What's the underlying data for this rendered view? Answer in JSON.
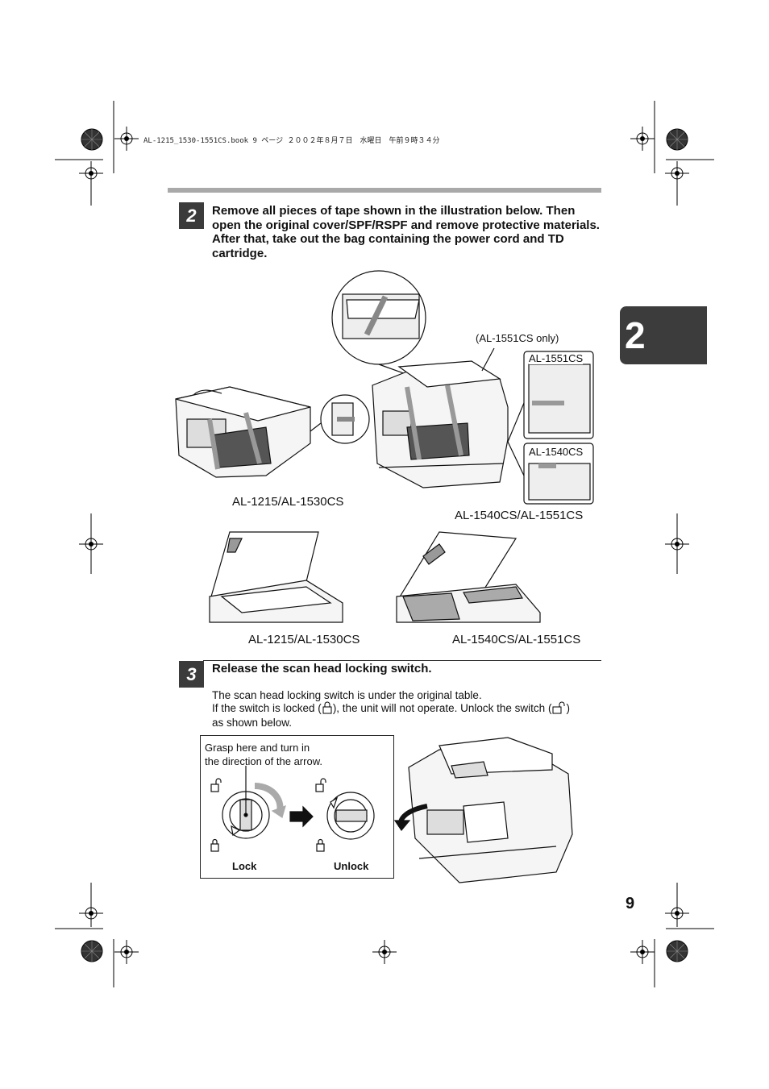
{
  "header": {
    "file_line": "AL-1215_1530-1551CS.book  9 ページ  ２００２年８月７日　水曜日　午前９時３４分"
  },
  "chapter_tab": "2",
  "step2": {
    "number": "2",
    "text": "Remove all pieces of tape shown in the illustration below. Then open the original cover/SPF/RSPF and remove protective materials. After that, take out the bag containing the power cord and TD cartridge.",
    "callout_only": "(AL-1551CS only)",
    "label_1551": "AL-1551CS",
    "label_1540": "AL-1540CS",
    "caption_left_top": "AL-1215/AL-1530CS",
    "caption_right_top": "AL-1540CS/AL-1551CS",
    "caption_left_bottom": "AL-1215/AL-1530CS",
    "caption_right_bottom": "AL-1540CS/AL-1551CS"
  },
  "step3": {
    "number": "3",
    "title": "Release the scan head locking switch.",
    "line1": "The scan head locking switch is under the original table.",
    "line2a": "If the switch is locked (",
    "line2b": "), the unit will not operate. Unlock the switch (",
    "line2c": ")",
    "line3": "as shown below.",
    "grasp_line1": "Grasp here and turn in",
    "grasp_line2": "the direction of the arrow.",
    "lock_label": "Lock",
    "unlock_label": "Unlock"
  },
  "page_number": "9",
  "colors": {
    "step_box": "#3b3b3b",
    "rule_grey": "#a9a9a9",
    "tape_grey": "#9a9a9a"
  }
}
